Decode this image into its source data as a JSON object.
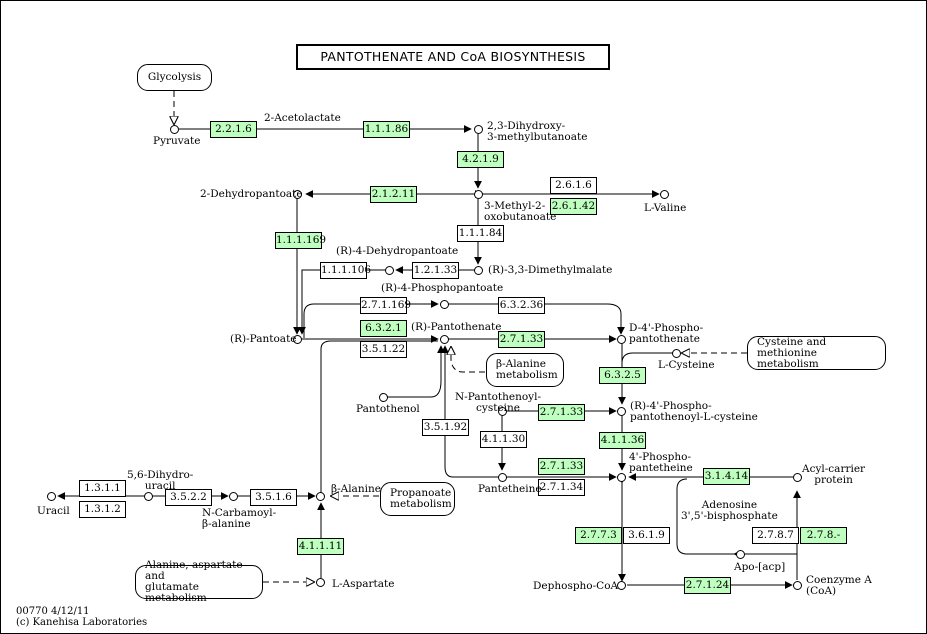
{
  "title": "PANTOTHENATE AND CoA BIOSYNTHESIS",
  "colors": {
    "enzyme_present": "#bfffbf",
    "enzyme_absent": "#ffffff",
    "line": "#000000"
  },
  "enzymes": {
    "e_2_2_1_6": "2.2.1.6",
    "e_1_1_1_86": "1.1.1.86",
    "e_4_2_1_9": "4.2.1.9",
    "e_2_1_2_11": "2.1.2.11",
    "e_2_6_1_6": "2.6.1.6",
    "e_2_6_1_42": "2.6.1.42",
    "e_1_1_1_169": "1.1.1.169",
    "e_1_1_1_84": "1.1.1.84",
    "e_1_1_1_106": "1.1.1.106",
    "e_1_2_1_33": "1.2.1.33",
    "e_2_7_1_169": "2.7.1.169",
    "e_6_3_2_36": "6.3.2.36",
    "e_6_3_2_1": "6.3.2.1",
    "e_3_5_1_22": "3.5.1.22",
    "e_2_7_1_33_a": "2.7.1.33",
    "e_6_3_2_5": "6.3.2.5",
    "e_3_5_1_92": "3.5.1.92",
    "e_2_7_1_33_b": "2.7.1.33",
    "e_4_1_1_30": "4.1.1.30",
    "e_4_1_1_36": "4.1.1.36",
    "e_2_7_1_33_c": "2.7.1.33",
    "e_2_7_1_34": "2.7.1.34",
    "e_3_1_4_14": "3.1.4.14",
    "e_1_3_1_1": "1.3.1.1",
    "e_1_3_1_2": "1.3.1.2",
    "e_3_5_2_2": "3.5.2.2",
    "e_3_5_1_6": "3.5.1.6",
    "e_4_1_1_11": "4.1.1.11",
    "e_2_7_7_3": "2.7.7.3",
    "e_3_6_1_9": "3.6.1.9",
    "e_2_7_8_7": "2.7.8.7",
    "e_2_7_8_x": "2.7.8.-",
    "e_2_7_1_24": "2.7.1.24"
  },
  "compounds": {
    "pyruvate": "Pyruvate",
    "acetolactate": "2-Acetolactate",
    "dihydroxy_methylbutanoate": "2,3-Dihydroxy-\n3-methylbutanoate",
    "dehydropantoate": "2-Dehydropantoate",
    "methyl_oxobutanoate": "3-Methyl-2-\noxobutanoate",
    "valine": "L-Valine",
    "r_4_dehydropantoate": "(R)-4-Dehydropantoate",
    "r_3_3_dimethylmalate": "(R)-3,3-Dimethylmalate",
    "r_4_phosphopantoate": "(R)-4-Phosphopantoate",
    "r_pantoate": "(R)-Pantoate",
    "r_pantothenate": "(R)-Pantothenate",
    "d_4_phosphopantothenate": "D-4'-Phospho-\npantothenate",
    "l_cysteine": "L-Cysteine",
    "pantothenol": "Pantothenol",
    "n_pantothenoyl_cysteine": "N-Pantothenoyl-\ncysteine",
    "r_4_phosphopantothenoyl_cysteine": "(R)-4'-Phospho-\npantothenoyl-L-cysteine",
    "phosphopantetheine": "4'-Phospho-\npantetheine",
    "pantetheine": "Pantetheine",
    "acyl_carrier_protein": "Acyl-carrier\nprotein",
    "adenosine_bisphosphate": "Adenosine\n3',5'-bisphosphate",
    "apo_acp": "Apo-[acp]",
    "dihydrouracil": "5,6-Dihydro-\nuracil",
    "uracil": "Uracil",
    "n_carbamoyl_beta_alanine": "N-Carbamoyl-\nβ-alanine",
    "beta_alanine": "β-Alanine",
    "l_aspartate": "L-Aspartate",
    "dephospho_coa": "Dephospho-CoA",
    "coenzyme_a": "Coenzyme A\n(CoA)"
  },
  "maps": {
    "glycolysis": "Glycolysis",
    "cysteine_methionine": "Cysteine and methionine\nmetabolism",
    "beta_alanine_metabolism": "β-Alanine\nmetabolism",
    "propanoate": "Propanoate\nmetabolism",
    "ala_asp_glu": "Alanine, aspartate and\nglutamate metabolism"
  },
  "footer": {
    "map_id": "00770 4/12/11",
    "copyright": "(c) Kanehisa Laboratories"
  }
}
